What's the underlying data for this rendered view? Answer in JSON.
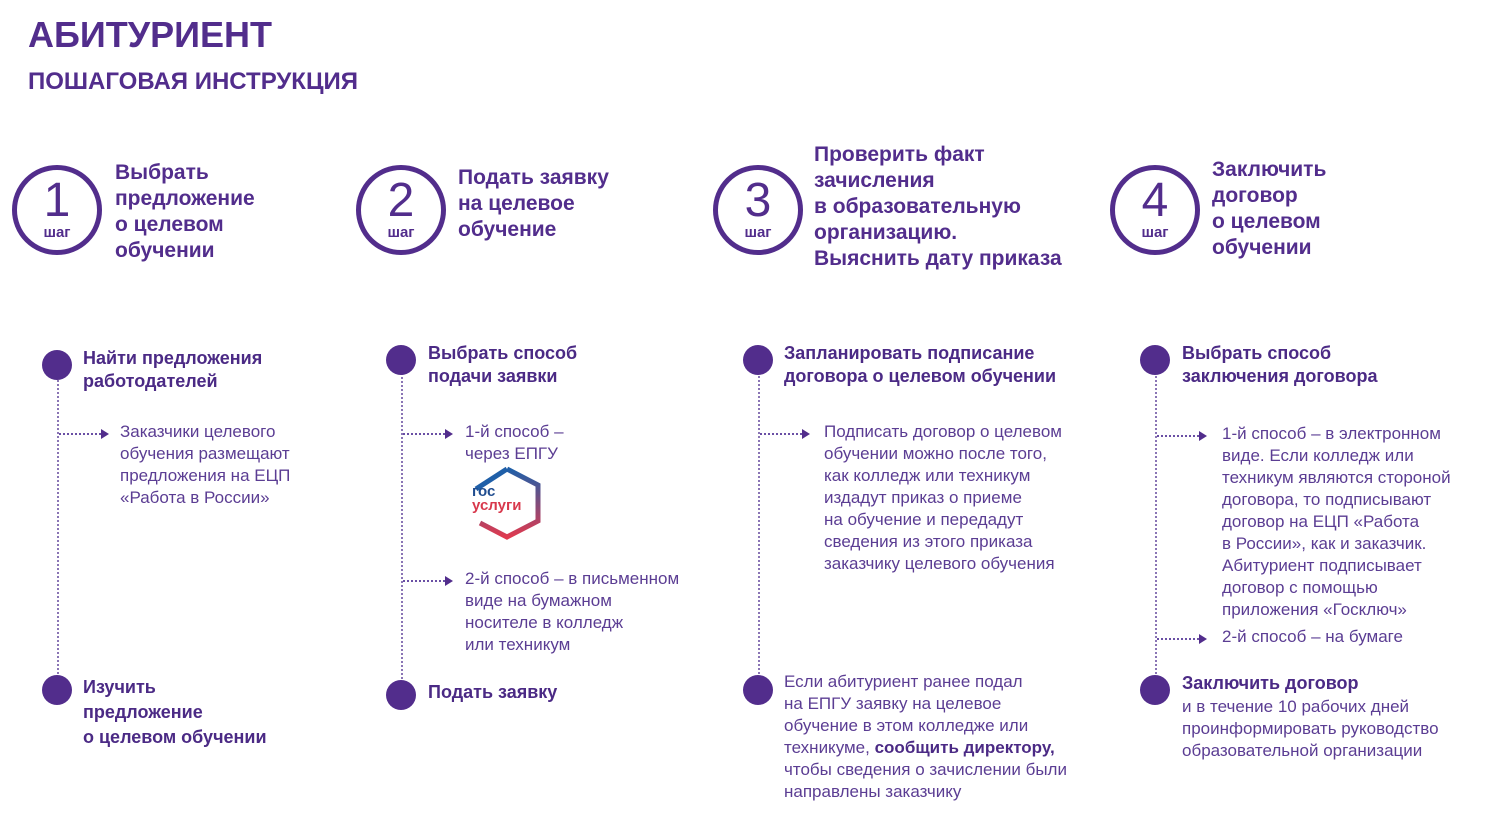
{
  "header": {
    "title": "АБИТУРИЕНТ",
    "subtitle": "ПОШАГОВАЯ  ИНСТРУКЦИЯ"
  },
  "step_word": "шаг",
  "steps": [
    {
      "num": "1",
      "title": [
        "Выбрать",
        "предложение",
        "о целевом",
        "обучении"
      ],
      "top": {
        "lines": [
          "Найти предложения",
          "работодателей"
        ]
      },
      "branches": [
        {
          "lines": [
            "Заказчики целевого",
            "обучения размещают",
            "предложения на ЕЦП",
            "«Работа в России»"
          ]
        }
      ],
      "bottom": {
        "lines": [
          "Изучить",
          "предложение",
          "о целевом обучении"
        ]
      }
    },
    {
      "num": "2",
      "title": [
        "Подать заявку",
        "на целевое",
        "обучение"
      ],
      "top": {
        "lines": [
          "Выбрать способ",
          "подачи заявки"
        ]
      },
      "branches": [
        {
          "lines": [
            "1-й способ –",
            "через ЕПГУ"
          ]
        },
        {
          "lines": [
            "2-й способ – в письменном",
            "виде на бумажном",
            "носителе в колледж",
            "или техникум"
          ]
        }
      ],
      "logo": {
        "line1": "гос",
        "line2": "услуги"
      },
      "bottom": {
        "lines": [
          "Подать заявку"
        ]
      }
    },
    {
      "num": "3",
      "title": [
        "Проверить факт",
        "зачисления",
        "в образовательную",
        "организацию.",
        "Выяснить дату приказа"
      ],
      "top": {
        "lines": [
          "Запланировать подписание",
          "договора о целевом обучении"
        ]
      },
      "branches": [
        {
          "lines": [
            "Подписать договор о целевом",
            "обучении можно после того,",
            "как колледж или техникум",
            "издадут приказ о приеме",
            "на обучение и передадут",
            "сведения из этого приказа",
            "заказчику целевого обучения"
          ]
        }
      ],
      "bottom": {
        "lines": [
          "Если абитуриент ранее подал",
          "на ЕПГУ заявку на целевое",
          "обучение в этом колледже или"
        ],
        "bold_prefix": "техникуме, ",
        "bold": "сообщить директору,",
        "rest": [
          "чтобы сведения о зачислении были",
          "направлены заказчику"
        ]
      }
    },
    {
      "num": "4",
      "title": [
        "Заключить",
        "договор",
        "о целевом",
        "обучении"
      ],
      "top": {
        "lines": [
          "Выбрать способ",
          "заключения договора"
        ]
      },
      "branches": [
        {
          "lines": [
            "1-й способ – в электронном",
            "виде. Если колледж или",
            "техникум являются стороной",
            "договора, то подписывают",
            "договор на ЕЦП «Работа",
            "в России», как и заказчик.",
            "Абитуриент подписывает",
            "договор с помощью",
            "приложения «Госключ»"
          ]
        },
        {
          "lines": [
            "2-й способ – на бумаге"
          ]
        }
      ],
      "bottom": {
        "head": "Заключить договор",
        "lines": [
          "и в течение 10 рабочих дней",
          "проинформировать руководство",
          "образовательной организации"
        ]
      }
    }
  ]
}
